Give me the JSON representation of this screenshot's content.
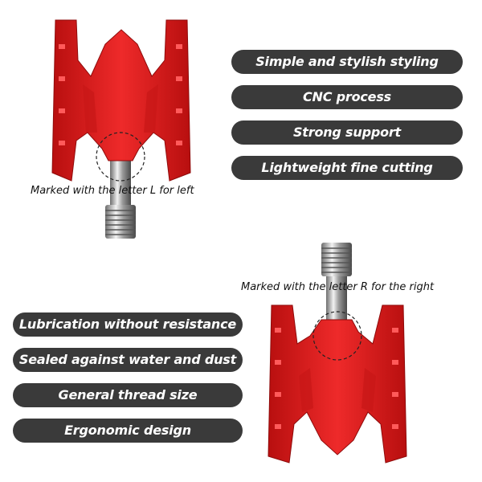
{
  "top_features": [
    "Simple and stylish styling",
    "CNC process",
    "Strong support",
    "Lightweight fine cutting"
  ],
  "bottom_features": [
    "Lubrication without resistance",
    "Sealed against water and dust",
    "General thread size",
    "Ergonomic design"
  ],
  "left_pedal_caption": "Marked with the letter L for left",
  "right_pedal_caption": "Marked with the letter R for the right",
  "colors": {
    "pedal_red": "#e01c1c",
    "pill_bg": "#3a3a3a",
    "pill_text": "#ffffff"
  },
  "icons": [
    "left-pedal-image",
    "right-pedal-image"
  ]
}
